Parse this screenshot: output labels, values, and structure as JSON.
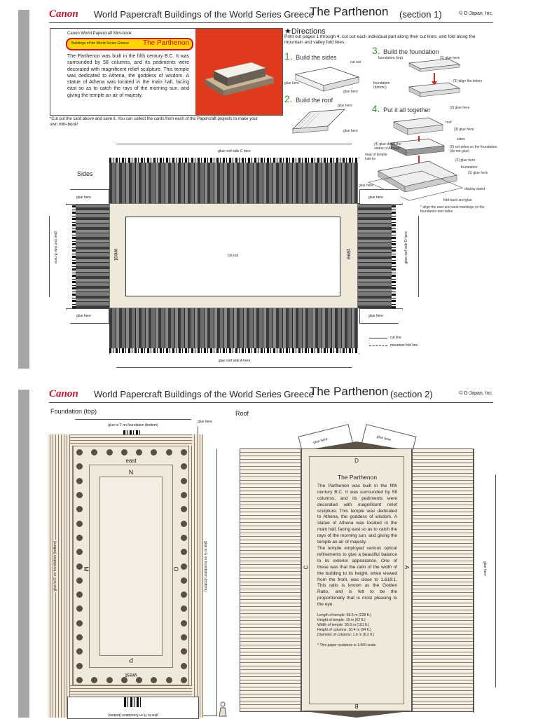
{
  "header1": {
    "brand": "Canon",
    "series": "World Papercraft   Buildings of the World Series   Greece",
    "title": "The Parthenon",
    "section": "(section 1)",
    "copyright": "© D-Japan, Inc."
  },
  "header2": {
    "brand": "Canon",
    "series": "World Papercraft   Buildings of the World Series   Greece",
    "title": "The Parthenon",
    "section": "(section 2)",
    "copyright": "© D-Japan, Inc."
  },
  "card": {
    "minibook": "Canon World Papercraft Mini-book",
    "pill_series": "Buildings of the World Series   Greece",
    "pill_title": "The Parthenon",
    "body": "The Parthenon was built in the fifth century B.C. It was surrounded by 58 columns, and its pediments were decorated with magnificent relief sculpture. This temple was dedicated to Athena, the goddess of wisdom. A statue of Athena was located in the main hall, facing east so as to catch the rays of the morning sun, and giving the temple an air of majesty.",
    "note": "*Cut out the card above and save it. You can collect the cards from each of the Papercraft projects to make your own mini-book!"
  },
  "directions": {
    "heading": "★Directions",
    "intro": "Print out pages 1 through 4, cut out each individual part along their cut lines, and fold along the mountain and valley fold lines.",
    "steps": [
      {
        "num": "1.",
        "label": "Build the sides"
      },
      {
        "num": "2.",
        "label": "Build the roof"
      },
      {
        "num": "3.",
        "label": "Build the foundation"
      },
      {
        "num": "4.",
        "label": "Put it all together"
      }
    ],
    "callouts": {
      "cut_out": "cut out",
      "glue_here": "glue here",
      "foundation_top": "foundation (top)",
      "foundation_bottom": "foundation (bottom)",
      "glue1": "(1) glue here",
      "align_letters": "(3) align the letters",
      "glue2": "(2) glue here",
      "roof": "roof",
      "glue3": "(3) glue here",
      "sides": "sides",
      "glue_down": "(4) glue down the statue of Athena",
      "map": "map of temple interior",
      "set_sides": "(5) set sides on the foundation (do not glue)",
      "glue2b": "(2) glue here",
      "foundation": "foundation",
      "glue1b": "(1) glue here",
      "display_stand": "display stand",
      "fold_back": "fold back and glue",
      "align_note": "* align the east and west markings on the foundation and sides"
    }
  },
  "sides": {
    "label": "Sides",
    "glue_c": "glue roof side C here",
    "glue_a": "glue roof side A here",
    "glue_b": "glue roof side B here",
    "glue_d": "glue roof side D here",
    "glue_here": "glue here",
    "cut_out": "cut out",
    "west": "west",
    "east": "east"
  },
  "legend": {
    "cut_line": "cut line",
    "mountain_fold": "mountain fold line"
  },
  "foundation": {
    "label": "Foundation (top)",
    "glue_f": "glue to F on foundation (bottom)",
    "glue_here": "glue here",
    "glue_e": "glue to E on foundation (bottom)",
    "glue_g": "glue to G on foundation (bottom)",
    "glue_h": "glue to H on foundation (bottom)",
    "east": "east",
    "west": "west",
    "N": "N",
    "M": "M",
    "O": "O",
    "P": "P"
  },
  "roof": {
    "label": "Roof",
    "glue_here": "glue here",
    "D": "D",
    "C": "C",
    "A": "A",
    "B": "B",
    "title": "The Parthenon",
    "body1": "The Parthenon was built in the fifth century B.C. It was surrounded by 58 columns, and its pediments were decorated with magnificent relief sculpture. This temple was dedicated to Athena, the goddess of wisdom. A statue of Athena was located in the main hall, facing east so as to catch the rays of the morning sun, and giving the temple an air of majesty.",
    "body2": "The temple employed various optical refinements to give a beautiful balance to its exterior appearance. One of these was that the ratio of the width of the building to its height, when viewed from the front, was close to 1.618:1. This ratio is known as the Golden Ratio, and is felt to be the proportionally that is most pleasing to the eye.",
    "specs": [
      "Length of temple: 69.5 m (228 ft.)",
      "Height of temple: 19 m (62 ft.)",
      "Width of temple: 30.9 m (101 ft.)",
      "Height of columns: 10.4 m (34 ft.)",
      "Diameter of columns: 1.9 m (6.2 ft.)"
    ],
    "scale": "* This paper sculpture is 1:500 scale"
  }
}
